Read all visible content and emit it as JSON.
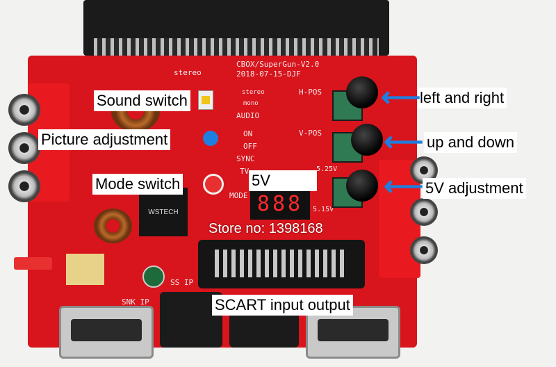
{
  "silkscreen": {
    "title": "CBOX/SuperGun-V2.0",
    "date": "2018-07-15-DJF",
    "stereo": "stereo",
    "mono": "mono",
    "audio": "AUDIO",
    "on": "ON",
    "off": "OFF",
    "sync": "SYNC",
    "tv": "TV",
    "mode": "MODE",
    "hpos": "H-POS",
    "vpos": "V-POS",
    "v525": "5.25V",
    "v515": "5.15V",
    "snk_ip": "SNK IP",
    "ss_ip": "SS IP",
    "module": "WSTECH"
  },
  "labels": {
    "sound_switch": "Sound switch",
    "picture_adjustment": "Picture adjustment",
    "mode_switch": "Mode switch",
    "five_v": "5V",
    "left_right": "left and right",
    "up_down": "up and down",
    "five_v_adjustment": "5V adjustment",
    "scart": "SCART input output"
  },
  "display": {
    "digits": "888"
  },
  "watermark": "Store no: 1398168",
  "colors": {
    "board": "#d8141c",
    "arrow": "#1e7fe0",
    "label_bg": "#ffffff"
  }
}
